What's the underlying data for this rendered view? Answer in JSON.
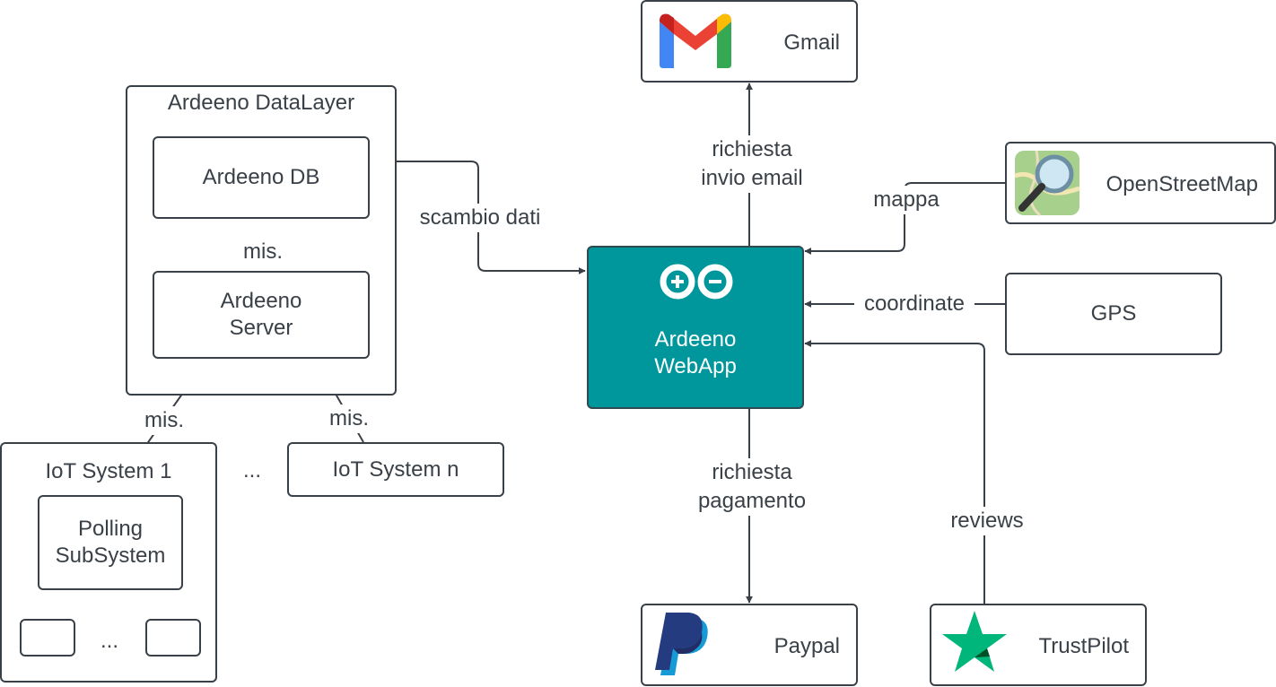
{
  "colors": {
    "stroke": "#3a4047",
    "webapp_fill": "#00979c",
    "webapp_border": "#3a4047",
    "gmail_red": "#ea4335",
    "gmail_blue": "#4285f4",
    "gmail_green": "#34a853",
    "gmail_yellow": "#fbbc05",
    "paypal_dark": "#253b80",
    "paypal_light": "#179bd7",
    "trustpilot_green": "#00b67a"
  },
  "datalayer": {
    "title": "Ardeeno DataLayer",
    "db_label": "Ardeeno DB",
    "server_label": "Ardeeno\nServer"
  },
  "webapp": {
    "label": "Ardeeno\nWebApp",
    "logo_icon": "arduino-logo-icon"
  },
  "services": {
    "gmail": {
      "label": "Gmail",
      "icon": "gmail-logo-icon"
    },
    "osm": {
      "label": "OpenStreetMap",
      "icon": "openstreetmap-logo-icon"
    },
    "gps": {
      "label": "GPS"
    },
    "paypal": {
      "label": "Paypal",
      "icon": "paypal-logo-icon"
    },
    "trustpilot": {
      "label": "TrustPilot",
      "icon": "trustpilot-star-icon"
    }
  },
  "iot": {
    "system1_title": "IoT System 1",
    "polling_label": "Polling\nSubSystem",
    "inner_ellipsis": "...",
    "between_ellipsis": "...",
    "systemn_label": "IoT System n"
  },
  "edges": {
    "scambio": "scambio dati",
    "mis_db": "mis.",
    "mis_left": "mis.",
    "mis_right": "mis.",
    "email": "richiesta\ninvio email",
    "mappa": "mappa",
    "coordinate": "coordinate",
    "pagamento": "richiesta\npagamento",
    "reviews": "reviews"
  }
}
